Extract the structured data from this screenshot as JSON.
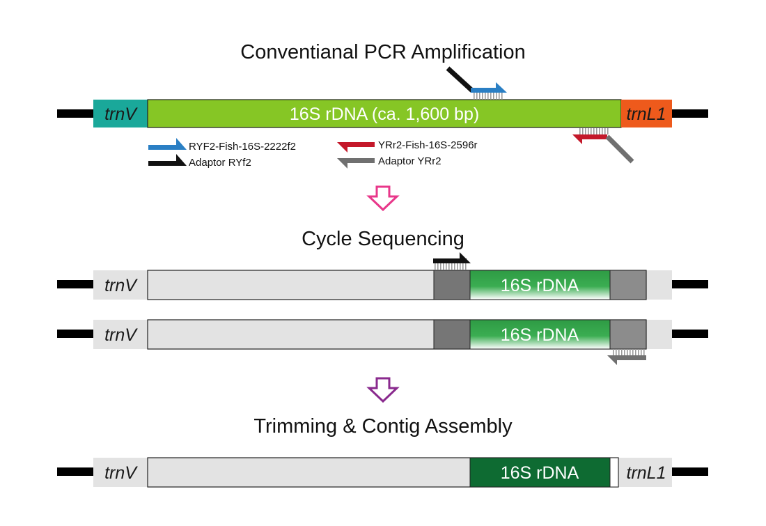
{
  "section1": {
    "title": "Conventianal PCR Amplification",
    "left_gene": "trnV",
    "right_gene": "trnL1",
    "insert_label": "16S rDNA (ca. 1,600 bp)"
  },
  "legend": {
    "forward_primer": "RYF2-Fish-16S-2222f2",
    "forward_adaptor": "Adaptor RYf2",
    "reverse_primer": "YRr2-Fish-16S-2596r",
    "reverse_adaptor": "Adaptor YRr2"
  },
  "section2": {
    "title": "Cycle Sequencing",
    "left_gene": "trnV",
    "read_label": "16S rDNA"
  },
  "section3": {
    "title": "Trimming & Contig Assembly",
    "left_gene": "trnV",
    "right_gene": "trnL1",
    "insert_label": "16S rDNA"
  },
  "colors": {
    "trnV": "#1aa89a",
    "trnL1": "#ee5a1c",
    "insert": "#86c625",
    "forward_primer": "#2a7fc4",
    "reverse_primer": "#c4182a",
    "adaptor_forward": "#111111",
    "adaptor_reverse": "#707070",
    "arrow_1": "#e8378a",
    "arrow_2": "#8a2a8e",
    "gray_bar": "#e3e3e3",
    "dark_gray": "#7a7a7a",
    "green_read": "#2e9b44",
    "dark_green": "#0e6b32",
    "backbone": "#000000"
  }
}
